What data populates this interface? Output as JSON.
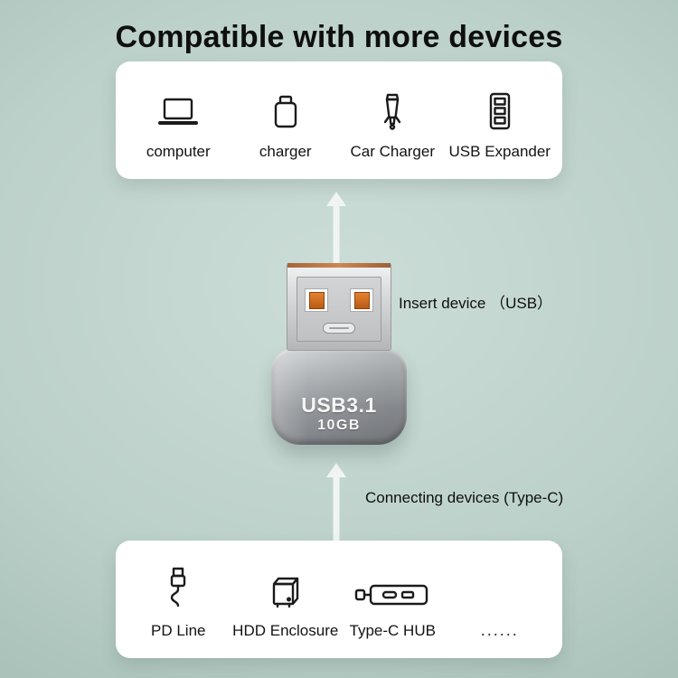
{
  "title": "Compatible with more devices",
  "top_card": {
    "items": [
      {
        "label": "computer",
        "icon": "laptop-icon"
      },
      {
        "label": "charger",
        "icon": "wall-charger-icon"
      },
      {
        "label": "Car Charger",
        "icon": "car-charger-icon"
      },
      {
        "label": "USB Expander",
        "icon": "usb-expander-icon"
      }
    ]
  },
  "annotations": {
    "insert": "Insert device （USB）",
    "connect": "Connecting devices (Type-C)"
  },
  "product": {
    "line1": "USB3.1",
    "line2": "10GB"
  },
  "bottom_card": {
    "items": [
      {
        "label": "PD Line",
        "icon": "pd-cable-icon"
      },
      {
        "label": "HDD Enclosure",
        "icon": "hdd-enclosure-icon"
      },
      {
        "label": "Type-C HUB",
        "icon": "type-c-hub-icon"
      },
      {
        "label": "......",
        "icon": "none"
      }
    ]
  },
  "colors": {
    "background": "#b7cdc6",
    "card": "#ffffff",
    "title_text": "#0f0f0f",
    "accent_orange": "#c9782f",
    "adapter_silver": "#a9acb0",
    "arrow": "#f0f5f3"
  }
}
